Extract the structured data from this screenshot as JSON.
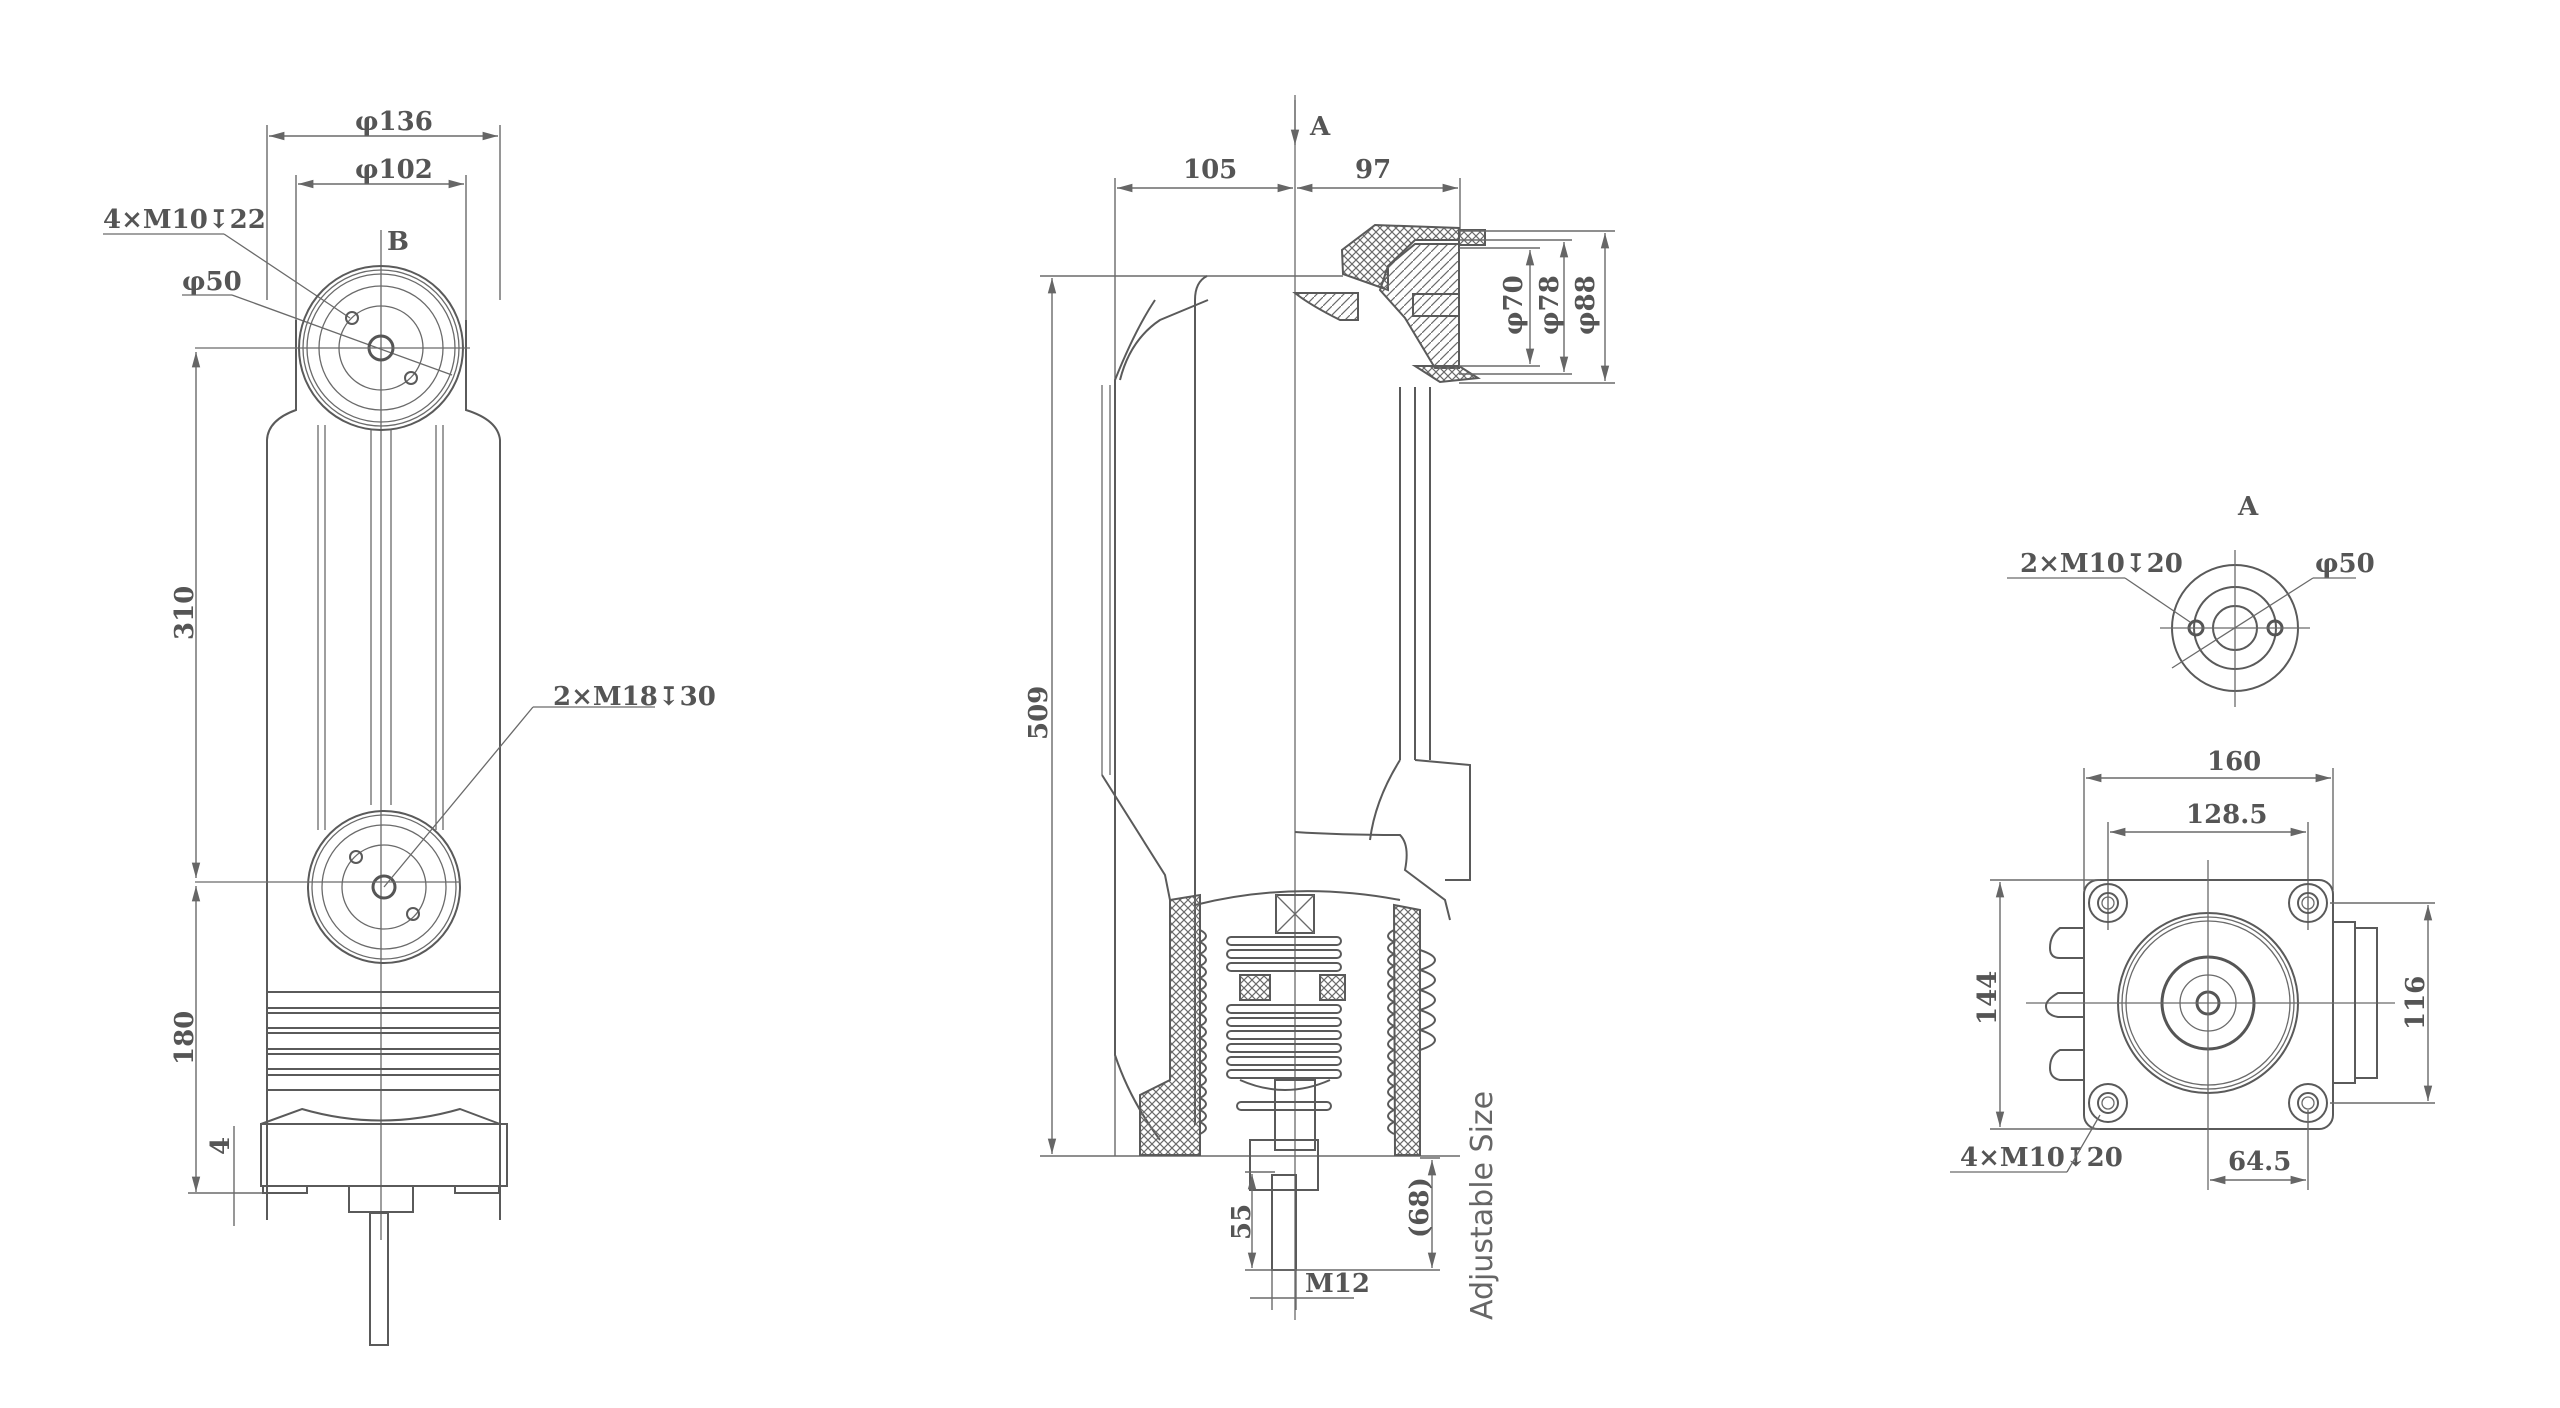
{
  "drawing": {
    "type": "technical-dimension-drawing",
    "views": {
      "side_view_B": {
        "view_label": "B",
        "dimensions": {
          "outer_diameter": "φ136",
          "inner_diameter": "φ102",
          "bolt_holes_top": "4×M10↧22",
          "pcd_top": "φ50",
          "center_distance": "310",
          "bolt_holes_bottom": "2×M18↧30",
          "lower_height": "180",
          "base_offset": "4"
        }
      },
      "front_section": {
        "view_marker": "A",
        "dimensions": {
          "left_width": "105",
          "right_width": "97",
          "diameter_1": "φ70",
          "diameter_2": "φ78",
          "diameter_3": "φ88",
          "overall_height": "509",
          "rod_length": "55",
          "adjustable_length": "(68)",
          "thread": "M12",
          "adjustable_note": "Adjustable Size"
        }
      },
      "view_A": {
        "view_label": "A",
        "dimensions": {
          "bolt_holes": "2×M10↧20",
          "pcd": "φ50"
        }
      },
      "bottom_view": {
        "dimensions": {
          "overall_width": "160",
          "hole_spacing_x": "128.5",
          "overall_height": "144",
          "hole_spacing_y": "116",
          "bolt_holes": "4×M10↧20",
          "half_spacing": "64.5"
        }
      }
    },
    "colors": {
      "line": "#5a5a5a",
      "text": "#555555",
      "background": "#ffffff"
    }
  }
}
